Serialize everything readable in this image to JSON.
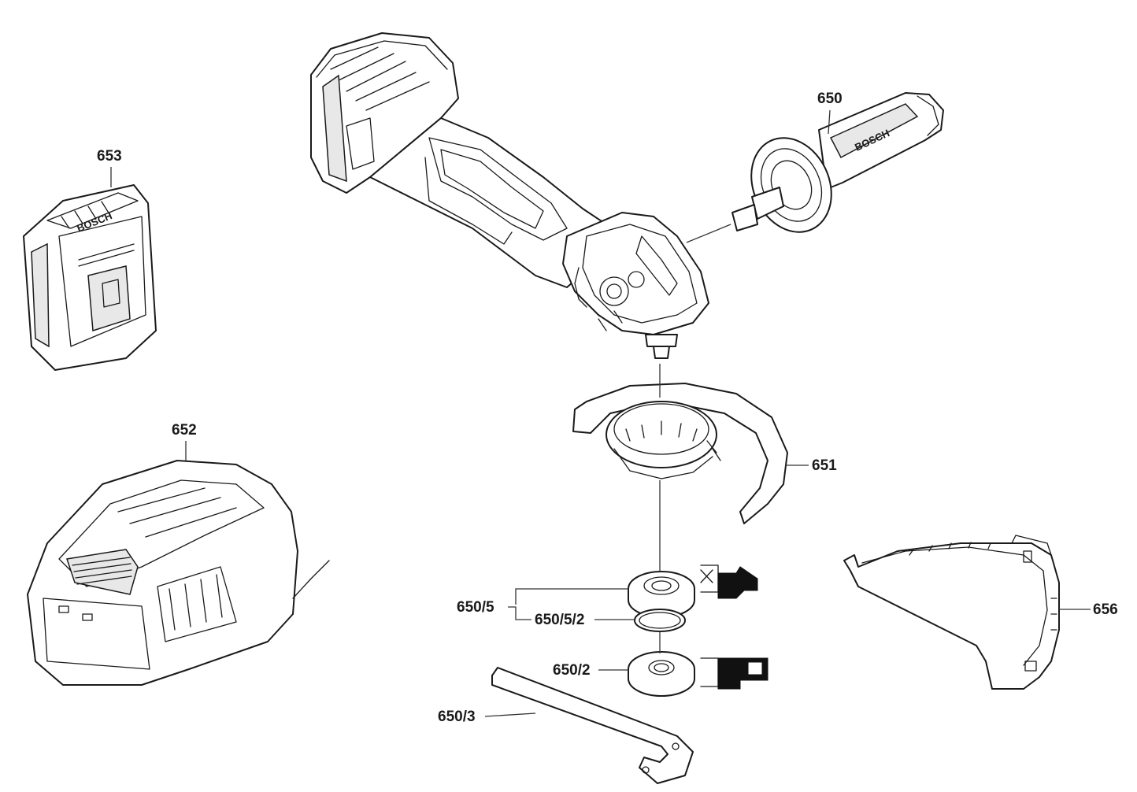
{
  "labels": {
    "p650": "650",
    "p650_2": "650/2",
    "p650_3": "650/3",
    "p650_5": "650/5",
    "p650_5_2": "650/5/2",
    "p651": "651",
    "p652": "652",
    "p653": "653",
    "p656": "656"
  },
  "brand": {
    "handle": "BOSCH",
    "battery": "BOSCH"
  }
}
